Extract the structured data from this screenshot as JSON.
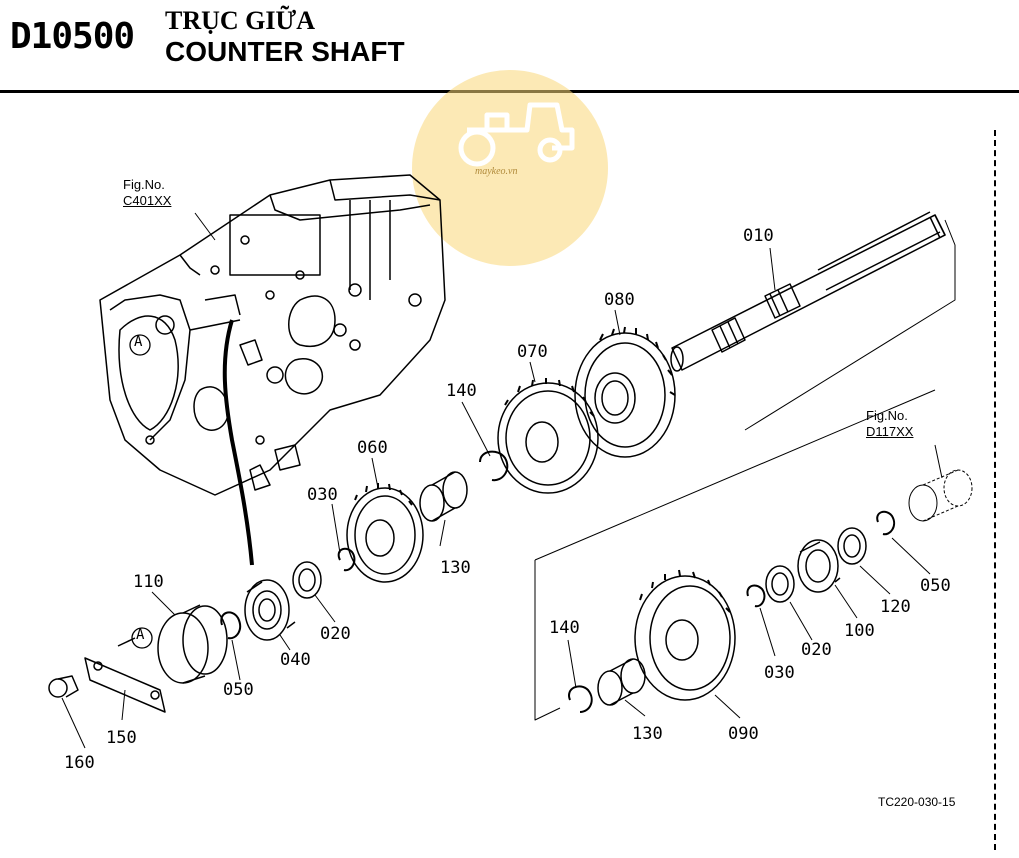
{
  "header": {
    "code": "D10500",
    "title_vi": "TRỤC GIỮA",
    "title_en": "COUNTER SHAFT"
  },
  "watermark": {
    "text": "maykeo.vn",
    "color": "#f7d57a"
  },
  "figure_refs": {
    "left": {
      "label": "Fig.No.",
      "number": "C401XX"
    },
    "right": {
      "label": "Fig.No.",
      "number": "D117XX"
    }
  },
  "callout_marker": "A",
  "parts": {
    "p010": "010",
    "p080": "080",
    "p070": "070",
    "p140a": "140",
    "p060": "060",
    "p030a": "030",
    "p130a": "130",
    "p110": "110",
    "p020a": "020",
    "p040": "040",
    "p050a": "050",
    "p150": "150",
    "p160": "160",
    "p140b": "140",
    "p130b": "130",
    "p090": "090",
    "p030b": "030",
    "p020b": "020",
    "p100": "100",
    "p120": "120",
    "p050b": "050"
  },
  "doc_number": "TC220-030-15"
}
